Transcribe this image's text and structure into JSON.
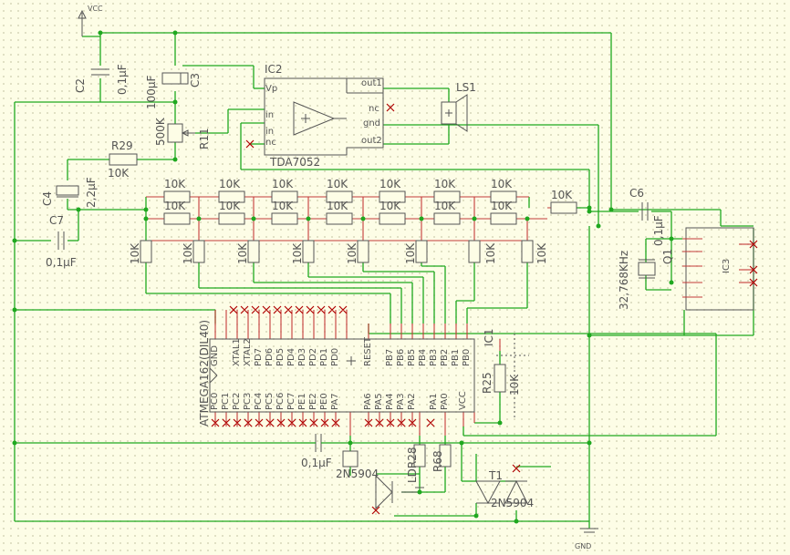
{
  "supply": {
    "vcc": "VCC",
    "gnd": "GND"
  },
  "amplifier": {
    "name": "IC2",
    "part": "TDA7052",
    "pins": {
      "vp": "Vp",
      "in_plus": "in",
      "in_minus": "in",
      "nc_left": "nc",
      "out1": "out1",
      "nc_right": "nc",
      "gnd": "gnd",
      "out2": "out2"
    }
  },
  "speaker": "LS1",
  "power_caps": {
    "c2": "C2",
    "c2_value": "0,1µF",
    "c3": "C3",
    "c3_value": "100µF"
  },
  "pot": {
    "name": "R11",
    "value": "500K"
  },
  "r29": {
    "name": "R29",
    "value": "10K"
  },
  "c4": {
    "name": "C4",
    "value": "2,2µF"
  },
  "c7": {
    "name": "C7",
    "value": "0,1µF"
  },
  "ladder": {
    "value": "10K"
  },
  "crystal": {
    "c6": "C6",
    "c6_value": "0,1µF",
    "q": "Q1",
    "q_value": "32,768KHz",
    "ic": "IC3"
  },
  "mcu": {
    "name": "IC1",
    "part": "ATMEGA162(DIL40)",
    "top_pins": [
      "GND",
      "XTAL1",
      "XTAL2",
      "PD7",
      "PD6",
      "PD5",
      "PD4",
      "PD3",
      "PD2",
      "PD1",
      "PD0",
      "RESET",
      "PB7",
      "PB6",
      "PB5",
      "PB4",
      "PB3",
      "PB2",
      "PB1",
      "PB0"
    ],
    "bottom_pins": [
      "PC0",
      "PC1",
      "PC2",
      "PC3",
      "PC4",
      "PC5",
      "PC6",
      "PC7",
      "PE1",
      "PE2",
      "PE0",
      "PA7",
      "PA6",
      "PA5",
      "PA4",
      "PA3",
      "PA2",
      "PA1",
      "PA0",
      "VCC"
    ]
  },
  "r25": {
    "name": "R25",
    "value": "10K"
  },
  "c_bottom": {
    "value": "0,1µF"
  },
  "transistors": {
    "left_part": "2N5904",
    "right_name": "T1",
    "right_part": "2N5904"
  },
  "ldr": "LDR28",
  "r_bottom": "R68"
}
